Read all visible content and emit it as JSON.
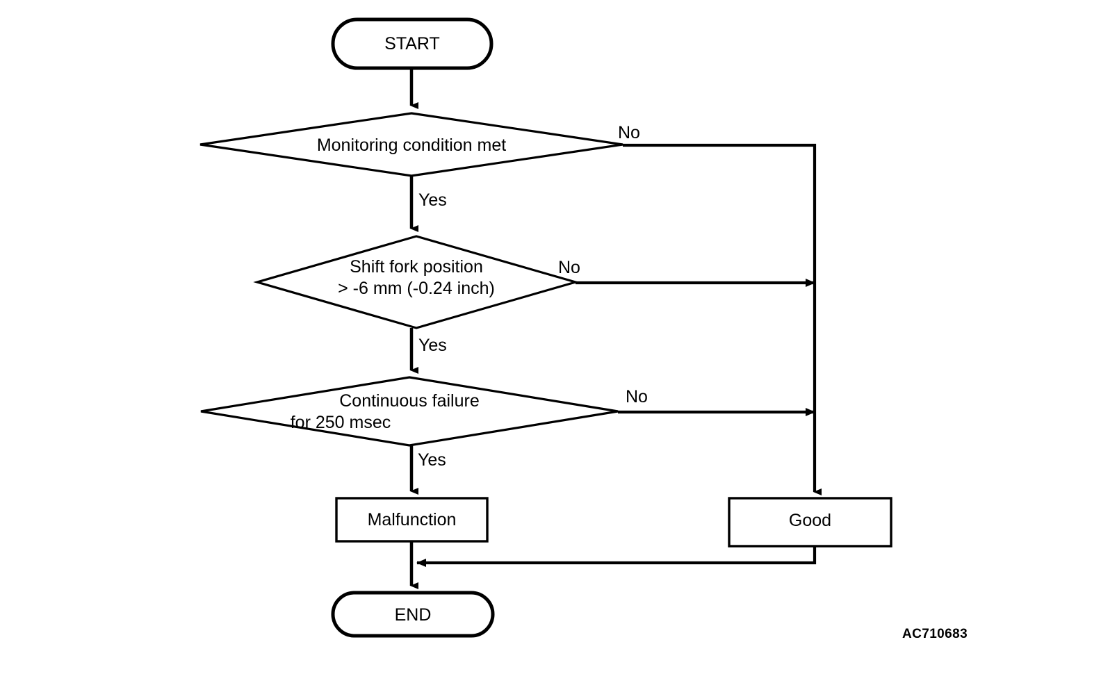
{
  "diagram": {
    "type": "flowchart",
    "title": "Diagnostic monitoring logic flowchart",
    "reference_code": "AC710683",
    "stroke_color": "#000000",
    "fill_color": "#ffffff",
    "background_color": "#ffffff",
    "nodes": [
      {
        "id": "start",
        "shape": "terminator",
        "label": "START"
      },
      {
        "id": "decision1",
        "shape": "diamond",
        "label_line1": "Monitoring condition met",
        "label_line2": ""
      },
      {
        "id": "decision2",
        "shape": "diamond",
        "label_line1": "Shift fork position",
        "label_line2": "> -6 mm (-0.24 inch)"
      },
      {
        "id": "decision3",
        "shape": "diamond",
        "label_line1": "Continuous failure",
        "label_line2": "for 250 msec"
      },
      {
        "id": "malfunction",
        "shape": "process",
        "label": "Malfunction"
      },
      {
        "id": "good",
        "shape": "process",
        "label": "Good"
      },
      {
        "id": "end",
        "shape": "terminator",
        "label": "END"
      }
    ],
    "edge_labels": {
      "decision1_no": "No",
      "decision1_yes": "Yes",
      "decision2_no": "No",
      "decision2_yes": "Yes",
      "decision3_no": "No",
      "decision3_yes": "Yes"
    }
  }
}
